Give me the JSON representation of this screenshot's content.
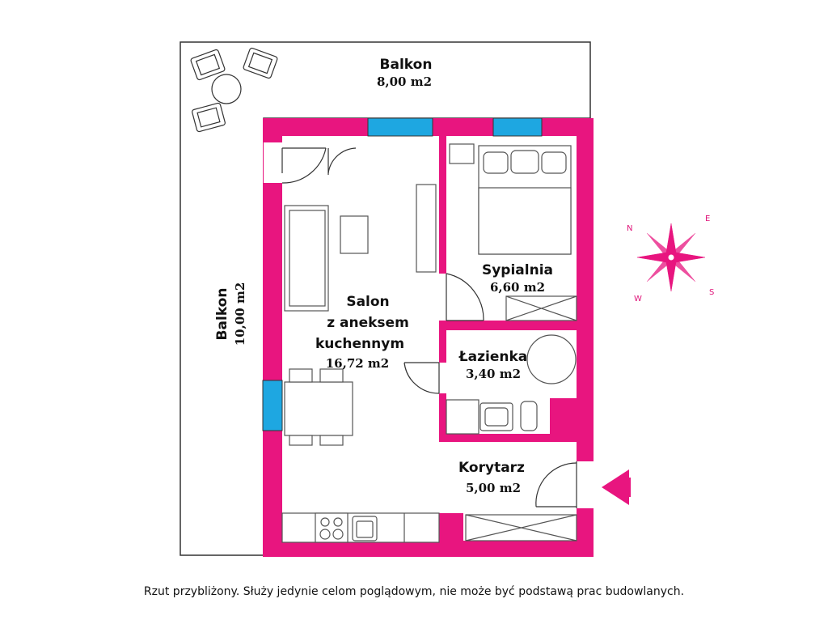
{
  "rooms": {
    "balkon_top": {
      "name": "Balkon",
      "area": "8,00 m2"
    },
    "balkon_left": {
      "name": "Balkon",
      "area": "10,00 m2"
    },
    "salon": {
      "line1": "Salon",
      "line2": "z aneksem",
      "line3": "kuchennym",
      "area": "16,72 m2"
    },
    "sypialnia": {
      "name": "Sypialnia",
      "area": "6,60 m2"
    },
    "lazienka": {
      "name": "Łazienka",
      "area": "3,40 m2"
    },
    "korytarz": {
      "name": "Korytarz",
      "area": "5,00 m2"
    }
  },
  "compass": {
    "n": "N",
    "e": "E",
    "s": "S",
    "w": "W"
  },
  "footnote": "Rzut przybliżony. Służy jedynie celom poglądowym, nie może być podstawą prac budowlanych.",
  "colors": {
    "wall": "#e8157f",
    "window": "#1ea7e1",
    "line": "#333333"
  },
  "icons": [
    "entrance-arrow-icon",
    "compass-rose-icon"
  ]
}
